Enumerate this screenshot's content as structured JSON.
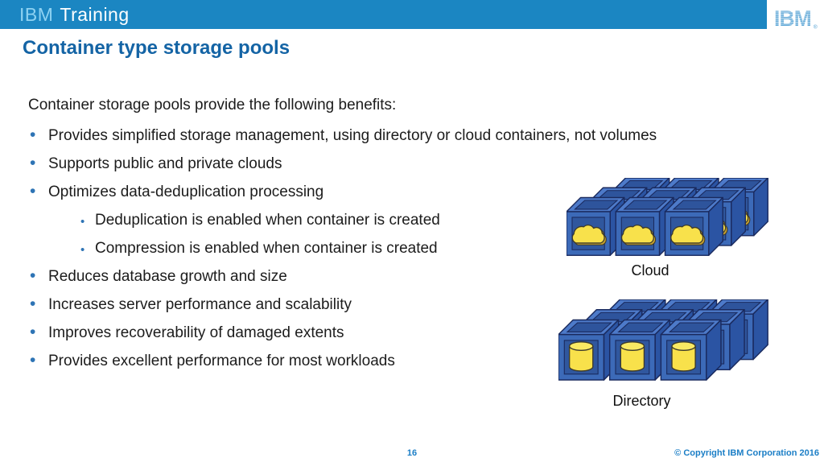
{
  "header": {
    "brand": {
      "ibm": "IBM",
      "training": "Training"
    },
    "logo_label": "IBM",
    "logo_registered": "®"
  },
  "slide": {
    "title": "Container type storage pools",
    "intro": "Container storage pools provide the following benefits:",
    "bullets": [
      {
        "level": 1,
        "text": "Provides simplified storage management, using directory or cloud containers, not volumes"
      },
      {
        "level": 1,
        "text": "Supports public and private clouds"
      },
      {
        "level": 1,
        "text": "Optimizes data-deduplication processing"
      },
      {
        "level": 2,
        "text": "Deduplication is enabled when container is created"
      },
      {
        "level": 2,
        "text": "Compression is enabled when container is created"
      },
      {
        "level": 1,
        "text": "Reduces database growth and size"
      },
      {
        "level": 1,
        "text": "Increases server performance and scalability"
      },
      {
        "level": 1,
        "text": "Improves recoverability of damaged extents"
      },
      {
        "level": 1,
        "text": "Provides excellent performance for most workloads"
      }
    ],
    "figures": [
      {
        "label": "Cloud",
        "icon": "cloud-containers-icon"
      },
      {
        "label": "Directory",
        "icon": "directory-containers-icon"
      }
    ]
  },
  "footer": {
    "page_number": "16",
    "copyright": "© Copyright IBM Corporation 2016"
  },
  "colors": {
    "top_bar": "#1b86c2",
    "brand_ibm_text": "#8ed2f2",
    "title": "#1464a5",
    "bullet_dot": "#2e74b5",
    "body_text": "#1c1c1c",
    "box_blue": "#3c6ab8",
    "box_edge": "#1a2a5e",
    "icon_yellow": "#f8e14b",
    "footer_text": "#1b7ec6",
    "logo_blue": "#4e9ed2"
  }
}
